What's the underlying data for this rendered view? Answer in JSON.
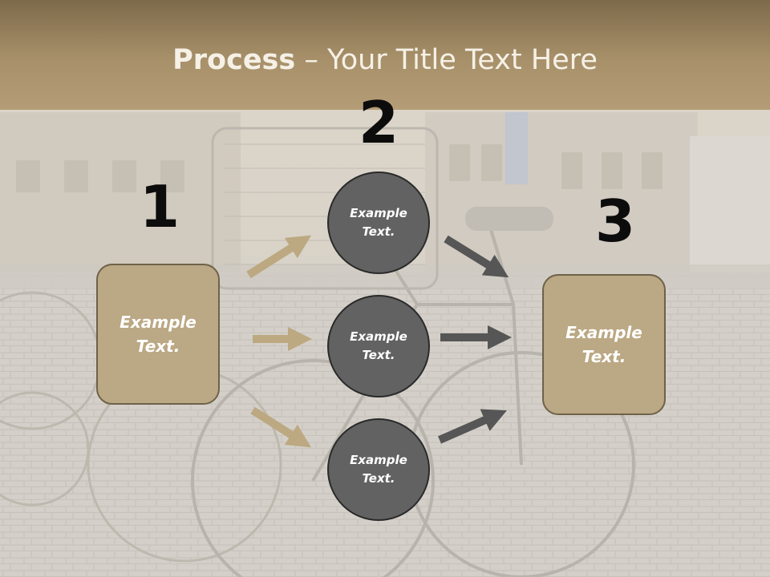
{
  "slide": {
    "title_strong": "Process",
    "title_rest": " – Your Title Text Here"
  },
  "steps": {
    "left": {
      "number": "1",
      "text": "Example Text."
    },
    "middle": {
      "number": "2",
      "items": [
        "Example Text.",
        "Example Text.",
        "Example Text."
      ]
    },
    "right": {
      "number": "3",
      "text": "Example Text."
    }
  },
  "colors": {
    "tan": "#bba884",
    "tan_arrow": "#bca981",
    "dark_circle": "#626262",
    "dark_arrow": "#565656"
  }
}
